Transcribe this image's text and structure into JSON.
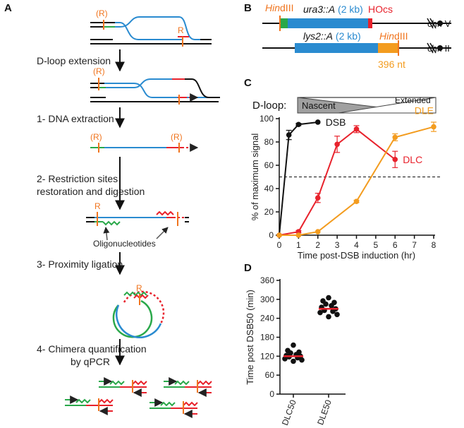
{
  "panels": {
    "a": "A",
    "b": "B",
    "c": "C",
    "d": "D"
  },
  "panel_a": {
    "r_paren": "(R)",
    "r": "R",
    "step_dloop": "D-loop extension",
    "step1": "1- DNA extraction",
    "step2a": "2- Restriction sites",
    "step2b": "restoration and digestion",
    "oligos": "Oligonucleotides",
    "step3": "3- Proximity ligation",
    "step4a": "4- Chimera quantification",
    "step4b": "by qPCR"
  },
  "panel_b": {
    "hind_italic": "Hin",
    "hind_rest": "dIII",
    "ura3_italic": "ura3::A",
    "ura3_rest": " (2 kb)",
    "hocs": "HOcs",
    "chr5": "chr. V",
    "lys2_italic": "lys2::A",
    "lys2_rest": " (2 kb)",
    "nt396": "396 nt",
    "chr2": "chr. II"
  },
  "chart_data": [
    {
      "type": "line",
      "dloop_label": "D-loop:",
      "nascent": "Nascent",
      "extended": "Extended",
      "xlabel": "Time post-DSB induction (hr)",
      "ylabel": "% of maximum signal",
      "xlim": [
        0,
        8
      ],
      "ylim": [
        0,
        100
      ],
      "xticks": [
        "0",
        "1",
        "2",
        "3",
        "4",
        "5",
        "6",
        "7",
        "8"
      ],
      "yticks": [
        "0",
        "20",
        "40",
        "60",
        "80",
        "100"
      ],
      "reference_line": 50,
      "series": [
        {
          "name": "DSB",
          "color": "#111111",
          "x": [
            0,
            0.5,
            1,
            2
          ],
          "y": [
            0,
            86,
            95,
            97
          ],
          "err": [
            0,
            4,
            1,
            0
          ]
        },
        {
          "name": "DLC",
          "color": "#e8222c",
          "x": [
            0,
            1,
            2,
            3,
            4,
            6
          ],
          "y": [
            0,
            3,
            32,
            78,
            91,
            65
          ],
          "err": [
            0,
            1,
            4,
            7,
            3,
            7
          ]
        },
        {
          "name": "DLE",
          "color": "#f39c1f",
          "x": [
            0,
            1,
            2,
            4,
            6,
            8
          ],
          "y": [
            0,
            0,
            3,
            29,
            84,
            93
          ],
          "err": [
            0,
            0,
            0,
            1,
            3,
            4
          ]
        }
      ]
    },
    {
      "type": "scatter",
      "ylabel": "Time post DSB50 (min)",
      "ylim": [
        0,
        360
      ],
      "yticks": [
        "0",
        "60",
        "120",
        "180",
        "240",
        "300",
        "360"
      ],
      "categories": [
        "DLC50",
        "DLE50"
      ],
      "points": [
        [
          155,
          138,
          133,
          130,
          125,
          122,
          120,
          118,
          115,
          112,
          108,
          104
        ],
        [
          305,
          295,
          290,
          285,
          280,
          275,
          270,
          265,
          262,
          258,
          252,
          245
        ]
      ],
      "medians": [
        120,
        270
      ],
      "median_color": "#e8222c"
    }
  ]
}
